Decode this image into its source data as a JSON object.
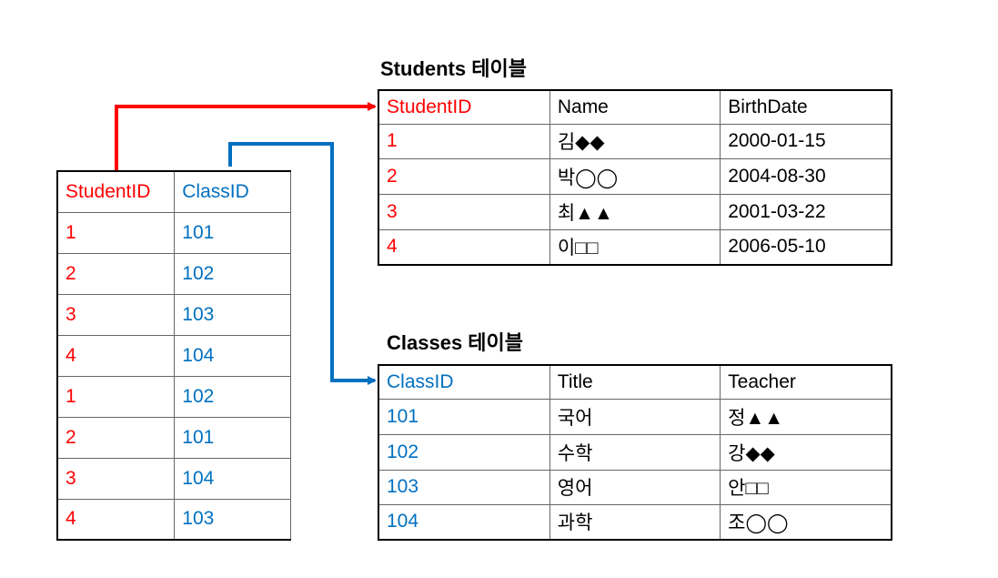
{
  "colors": {
    "student_key": "#ff0000",
    "class_key": "#0070c0"
  },
  "enrollment_table": {
    "headers": [
      "StudentID",
      "ClassID"
    ],
    "rows": [
      [
        "1",
        "101"
      ],
      [
        "2",
        "102"
      ],
      [
        "3",
        "103"
      ],
      [
        "4",
        "104"
      ],
      [
        "1",
        "102"
      ],
      [
        "2",
        "101"
      ],
      [
        "3",
        "104"
      ],
      [
        "4",
        "103"
      ]
    ]
  },
  "students_table": {
    "title": "Students 테이블",
    "headers": [
      "StudentID",
      "Name",
      "BirthDate"
    ],
    "rows": [
      [
        "1",
        "김◆◆",
        "2000-01-15"
      ],
      [
        "2",
        "박◯◯",
        "2004-08-30"
      ],
      [
        "3",
        "최▲▲",
        "2001-03-22"
      ],
      [
        "4",
        "이□□",
        "2006-05-10"
      ]
    ]
  },
  "classes_table": {
    "title": "Classes 테이블",
    "headers": [
      "ClassID",
      "Title",
      "Teacher"
    ],
    "rows": [
      [
        "101",
        "국어",
        "정▲▲"
      ],
      [
        "102",
        "수학",
        "강◆◆"
      ],
      [
        "103",
        "영어",
        "안□□"
      ],
      [
        "104",
        "과학",
        "조◯◯"
      ]
    ]
  }
}
